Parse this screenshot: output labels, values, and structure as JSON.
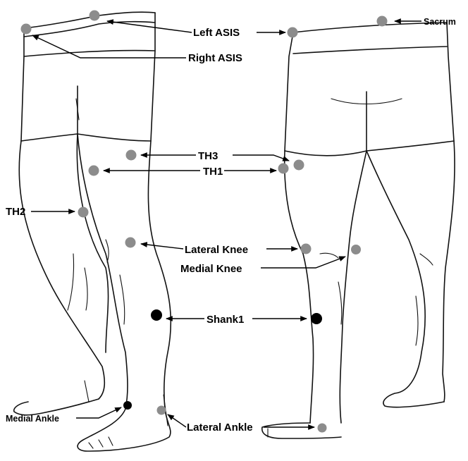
{
  "labels": {
    "left_asis": "Left ASIS",
    "right_asis": "Right ASIS",
    "sacrum": "Sacrum",
    "th3": "TH3",
    "th1": "TH1",
    "th2": "TH2",
    "lateral_knee": "Lateral Knee",
    "medial_knee": "Medial Knee",
    "shank1": "Shank1",
    "medial_ankle": "Medial Ankle",
    "lateral_ankle": "Lateral Ankle"
  },
  "colors": {
    "marker_grey": "#8c8c8c",
    "marker_black": "#000000",
    "line": "#111111"
  }
}
